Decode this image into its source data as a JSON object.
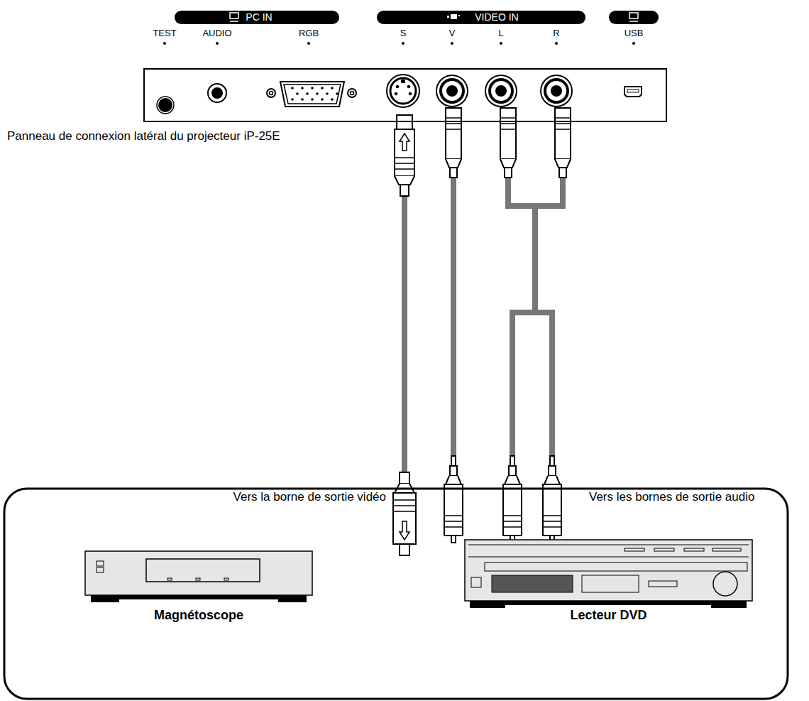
{
  "diagram": {
    "nodes": [
      {
        "text": [
          "Panneau de connexion latéral du projecteur iP-25E"
        ]
      },
      {
        "text": [
          "Magnétoscope"
        ]
      },
      {
        "text": [
          "Lecteur DVD"
        ]
      }
    ],
    "labels": [
      "PC IN",
      "VIDEO IN",
      "TEST",
      "AUDIO",
      "RGB",
      "S",
      "V",
      "L",
      "R",
      "USB",
      "Vers la borne de sortie vidéo",
      "Vers les bornes de sortie audio"
    ]
  }
}
